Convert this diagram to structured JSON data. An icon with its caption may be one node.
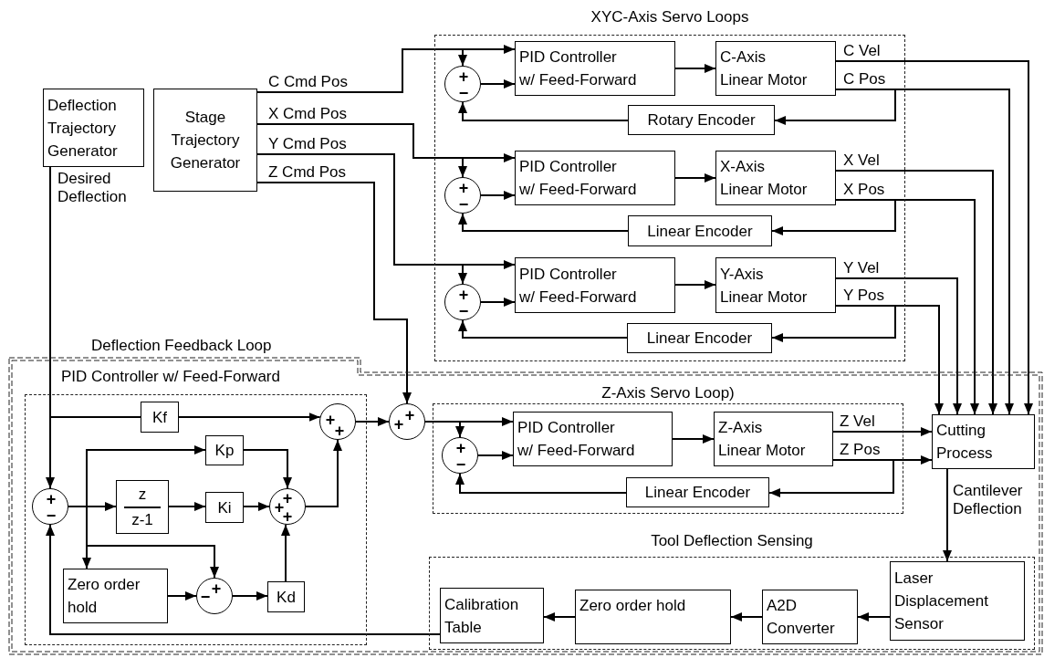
{
  "diagram": {
    "nodes": [
      {
        "text": [
          "Deflection Trajectory Generator"
        ]
      },
      {
        "text": [
          "Stage Trajectory Generator"
        ]
      },
      {
        "text": [
          "XYC-Axis Servo Loops"
        ]
      },
      {
        "text": [
          "+",
          "−"
        ],
        "in": 2
      },
      {
        "text": [
          "PID Controller w/ Feed-Forward"
        ],
        "in": 2
      },
      {
        "text": [
          "C-Axis Linear Motor"
        ],
        "in": 2
      },
      {
        "text": [
          "Rotary Encoder"
        ],
        "in": 2
      },
      {
        "text": [
          "+",
          "−"
        ],
        "in": 2
      },
      {
        "text": [
          "PID Controller w/ Feed-Forward"
        ],
        "in": 2
      },
      {
        "text": [
          "X-Axis Linear Motor"
        ],
        "in": 2
      },
      {
        "text": [
          "Linear Encoder"
        ],
        "in": 2
      },
      {
        "text": [
          "+",
          "−"
        ],
        "in": 2
      },
      {
        "text": [
          "PID Controller w/ Feed-Forward"
        ],
        "in": 2
      },
      {
        "text": [
          "Y-Axis Linear Motor"
        ],
        "in": 2
      },
      {
        "text": [
          "Linear Encoder"
        ],
        "in": 2
      },
      {
        "text": [
          "Deflection Feedback Loop"
        ]
      },
      {
        "text": [
          "PID Controller w/ Feed-Forward"
        ],
        "in": 15
      },
      {
        "text": [
          "Kf"
        ],
        "in": 16
      },
      {
        "text": [
          "+",
          "+"
        ],
        "in": 16
      },
      {
        "text": [
          "Kp"
        ],
        "in": 16
      },
      {
        "text": [
          "+",
          "−"
        ],
        "in": 16
      },
      {
        "text": [
          "z",
          "z-1"
        ],
        "in": 16
      },
      {
        "text": [
          "Ki"
        ],
        "in": 16
      },
      {
        "text": [
          "+",
          "+",
          "+"
        ],
        "in": 16
      },
      {
        "text": [
          "Zero order hold"
        ],
        "in": 16
      },
      {
        "text": [
          "−",
          "+"
        ],
        "in": 16
      },
      {
        "text": [
          "Kd"
        ],
        "in": 16
      },
      {
        "text": [
          "+",
          "+"
        ],
        "in": 15
      },
      {
        "text": [
          "Z-Axis Servo Loop)"
        ],
        "in": 15
      },
      {
        "text": [
          "+",
          "−"
        ],
        "in": 28
      },
      {
        "text": [
          "PID Controller w/ Feed-Forward"
        ],
        "in": 28
      },
      {
        "text": [
          "Z-Axis Linear Motor"
        ],
        "in": 28
      },
      {
        "text": [
          "Linear Encoder"
        ],
        "in": 28
      },
      {
        "text": [
          "Cutting Process"
        ],
        "in": 15
      },
      {
        "text": [
          "Tool Deflection Sensing"
        ],
        "in": 15
      },
      {
        "text": [
          "Laser Displacement Sensor"
        ],
        "in": 34
      },
      {
        "text": [
          "A2D Converter"
        ],
        "in": 34
      },
      {
        "text": [
          "Zero order hold"
        ],
        "in": 34
      },
      {
        "text": [
          "Calibration Table"
        ],
        "in": 34
      }
    ],
    "edges": [
      {
        "from": 0,
        "to": 20,
        "arrow": "to",
        "label": "Desired Deflection"
      },
      {
        "from": 0,
        "to": 17,
        "arrow": "none"
      },
      {
        "from": 1,
        "to": 4,
        "arrow": "to",
        "label": "C Cmd Pos"
      },
      {
        "from": 1,
        "to": 3,
        "arrow": "to"
      },
      {
        "from": 1,
        "to": 8,
        "arrow": "to",
        "label": "X Cmd Pos"
      },
      {
        "from": 1,
        "to": 7,
        "arrow": "to"
      },
      {
        "from": 1,
        "to": 12,
        "arrow": "to",
        "label": "Y Cmd Pos"
      },
      {
        "from": 1,
        "to": 11,
        "arrow": "to"
      },
      {
        "from": 1,
        "to": 27,
        "arrow": "to",
        "label": "Z Cmd Pos"
      },
      {
        "from": 3,
        "to": 4,
        "arrow": "to"
      },
      {
        "from": 4,
        "to": 5,
        "arrow": "to"
      },
      {
        "from": 5,
        "to": 33,
        "arrow": "to",
        "label": "C Vel"
      },
      {
        "from": 5,
        "to": 33,
        "arrow": "to",
        "label": "C Pos"
      },
      {
        "from": 5,
        "to": 6,
        "arrow": "to"
      },
      {
        "from": 6,
        "to": 3,
        "arrow": "to"
      },
      {
        "from": 7,
        "to": 8,
        "arrow": "to"
      },
      {
        "from": 8,
        "to": 9,
        "arrow": "to"
      },
      {
        "from": 9,
        "to": 33,
        "arrow": "to",
        "label": "X Vel"
      },
      {
        "from": 9,
        "to": 33,
        "arrow": "to",
        "label": "X Pos"
      },
      {
        "from": 9,
        "to": 10,
        "arrow": "to"
      },
      {
        "from": 10,
        "to": 7,
        "arrow": "to"
      },
      {
        "from": 11,
        "to": 12,
        "arrow": "to"
      },
      {
        "from": 12,
        "to": 13,
        "arrow": "to"
      },
      {
        "from": 13,
        "to": 33,
        "arrow": "to",
        "label": "Y Vel"
      },
      {
        "from": 13,
        "to": 33,
        "arrow": "to",
        "label": "Y Pos"
      },
      {
        "from": 13,
        "to": 14,
        "arrow": "to"
      },
      {
        "from": 14,
        "to": 11,
        "arrow": "to"
      },
      {
        "from": 17,
        "to": 18,
        "arrow": "to"
      },
      {
        "from": 20,
        "to": 21,
        "arrow": "to"
      },
      {
        "from": 20,
        "to": 19,
        "arrow": "to"
      },
      {
        "from": 20,
        "to": 24,
        "arrow": "to"
      },
      {
        "from": 20,
        "to": 25,
        "arrow": "to"
      },
      {
        "from": 21,
        "to": 22,
        "arrow": "to"
      },
      {
        "from": 22,
        "to": 23,
        "arrow": "to"
      },
      {
        "from": 19,
        "to": 23,
        "arrow": "to"
      },
      {
        "from": 24,
        "to": 25,
        "arrow": "to"
      },
      {
        "from": 25,
        "to": 26,
        "arrow": "to"
      },
      {
        "from": 26,
        "to": 23,
        "arrow": "to"
      },
      {
        "from": 23,
        "to": 18,
        "arrow": "to"
      },
      {
        "from": 18,
        "to": 27,
        "arrow": "to"
      },
      {
        "from": 27,
        "to": 30,
        "arrow": "to"
      },
      {
        "from": 27,
        "to": 29,
        "arrow": "to"
      },
      {
        "from": 29,
        "to": 30,
        "arrow": "to"
      },
      {
        "from": 30,
        "to": 31,
        "arrow": "to"
      },
      {
        "from": 31,
        "to": 33,
        "arrow": "to",
        "label": "Z Vel"
      },
      {
        "from": 31,
        "to": 33,
        "arrow": "to",
        "label": "Z Pos"
      },
      {
        "from": 31,
        "to": 32,
        "arrow": "to"
      },
      {
        "from": 32,
        "to": 29,
        "arrow": "to"
      },
      {
        "from": 33,
        "to": 35,
        "arrow": "to",
        "label": "Cantilever Deflection"
      },
      {
        "from": 35,
        "to": 36,
        "arrow": "to"
      },
      {
        "from": 36,
        "to": 37,
        "arrow": "to"
      },
      {
        "from": 37,
        "to": 38,
        "arrow": "to"
      },
      {
        "from": 38,
        "to": 20,
        "arrow": "to"
      }
    ]
  }
}
